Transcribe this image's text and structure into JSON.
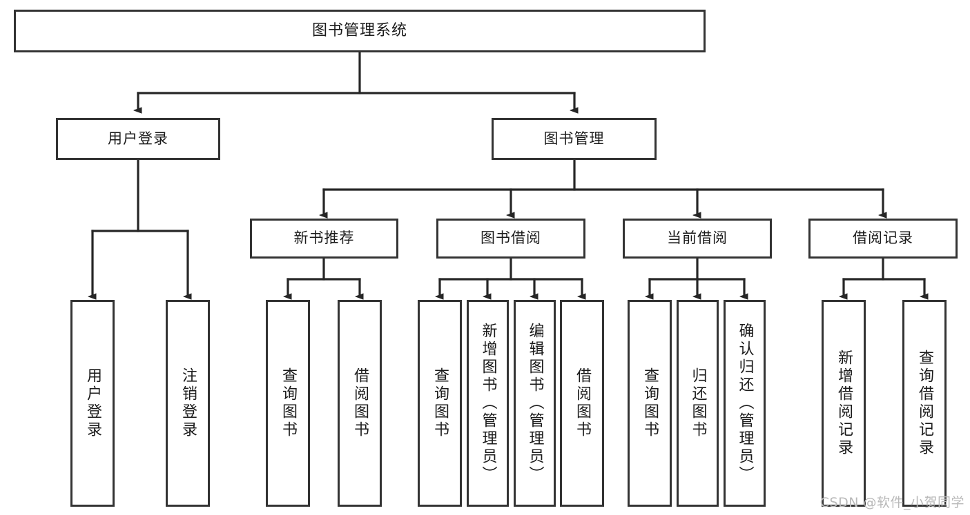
{
  "diagram": {
    "title": "图书管理系统",
    "type": "tree",
    "orientation": "top-down",
    "colors": {
      "background": "#ffffff",
      "node_fill": "#ffffff",
      "node_border": "#333333",
      "edge": "#262626",
      "text": "#1b1b1b",
      "watermark": "#b9b9b9"
    },
    "root": {
      "label": "图书管理系统"
    },
    "level2": [
      {
        "label": "用户登录"
      },
      {
        "label": "图书管理"
      }
    ],
    "level3": [
      {
        "label": "新书推荐"
      },
      {
        "label": "图书借阅"
      },
      {
        "label": "当前借阅"
      },
      {
        "label": "借阅记录"
      }
    ],
    "leaves": {
      "user_login": [
        {
          "label": "用户登录"
        },
        {
          "label": "注销登录"
        }
      ],
      "new_book_recommend": [
        {
          "label": "查询图书"
        },
        {
          "label": "借阅图书"
        }
      ],
      "book_borrow": [
        {
          "label": "查询图书"
        },
        {
          "label": "新增图书（管理员）"
        },
        {
          "label": "编辑图书（管理员）"
        },
        {
          "label": "借阅图书"
        }
      ],
      "current_borrow": [
        {
          "label": "查询图书"
        },
        {
          "label": "归还图书"
        },
        {
          "label": "确认归还（管理员）"
        }
      ],
      "borrow_record": [
        {
          "label": "新增借阅记录"
        },
        {
          "label": "查询借阅记录"
        }
      ]
    }
  },
  "watermark": {
    "text": "CSDN @软件_小贺同学"
  }
}
